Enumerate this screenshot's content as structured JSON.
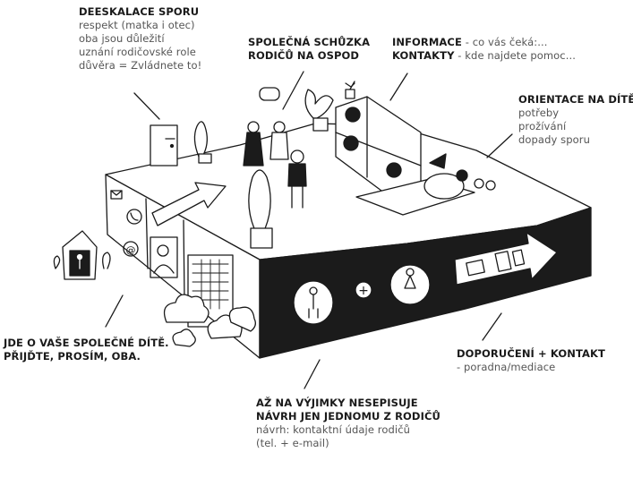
{
  "labels": {
    "deescalation": {
      "title": "DEESKALACE SPORU",
      "lines": [
        "respekt (matka i otec)",
        "oba jsou důležití",
        "uznání rodičovské role",
        "důvěra = Zvládnete to!"
      ]
    },
    "meeting": {
      "title_lines": [
        "SPOLEČNÁ SCHŮZKA",
        "RODIČŮ NA OSPOD"
      ]
    },
    "info": {
      "info_title": "INFORMACE",
      "info_text": " - co vás čeká:...",
      "contacts_title": "KONTAKTY",
      "contacts_text": " - kde najdete pomoc..."
    },
    "child_orientation": {
      "title": "ORIENTACE NA DÍTĚ",
      "lines": [
        "potřeby",
        "prožívání",
        "dopady sporu"
      ]
    },
    "common_child": {
      "title_lines": [
        "JDE O VAŠE SPOLEČNÉ DÍTĚ.",
        "PŘIJĎTE, PROSÍM, OBA."
      ]
    },
    "recommendation": {
      "title": "DOPORUČENÍ + KONTAKT",
      "lines": [
        "- poradna/mediace"
      ]
    },
    "letter": {
      "title_lines": [
        "AŽ NA VÝJIMKY NESEPISUJE",
        "NÁVRH JEN JEDNOMU Z RODIČŮ"
      ],
      "lines": [
        "návrh: kontaktní údaje rodičů",
        "(tel. + e-mail)"
      ]
    }
  },
  "scene": {
    "plus_sign": "+",
    "at_sign": "@"
  }
}
